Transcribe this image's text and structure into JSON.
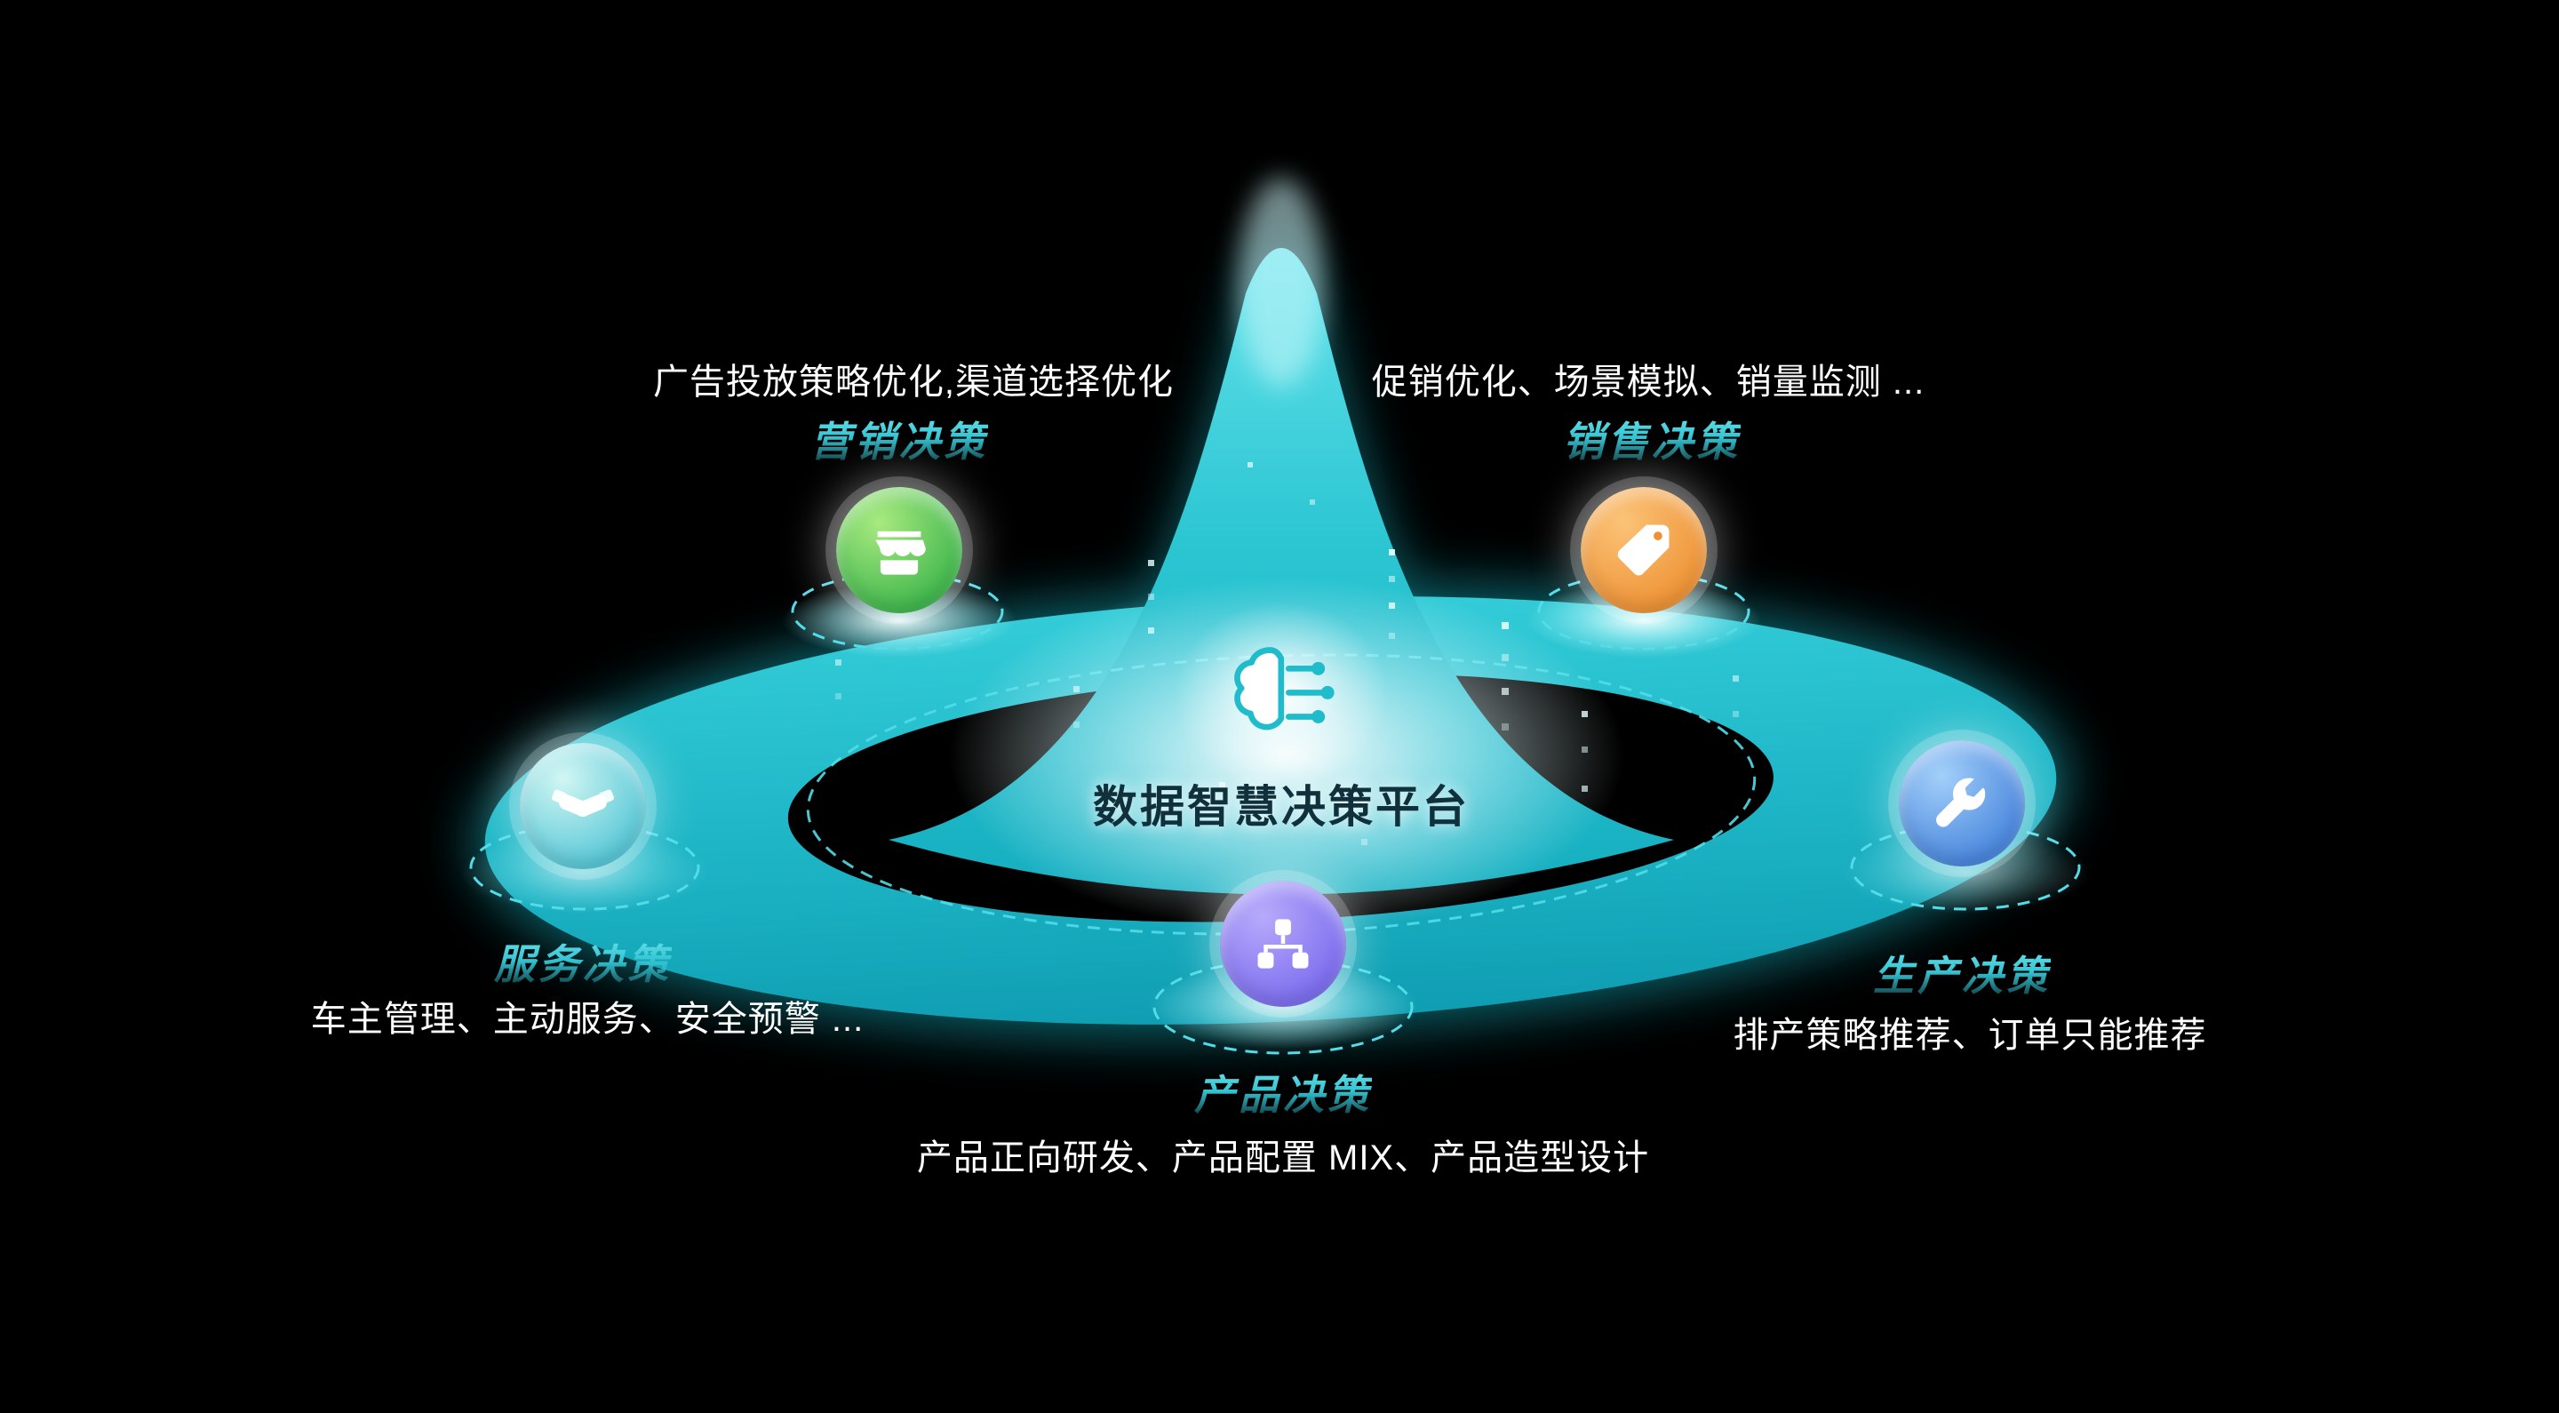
{
  "center": {
    "title": "数据智慧决策平台",
    "icon": "brain-circuit-icon"
  },
  "nodes": [
    {
      "id": "marketing-node",
      "label": "营销决策",
      "description": "广告投放策略优化,渠道选择优化",
      "icon": "storefront-icon",
      "colors": [
        "#a8ea80",
        "#3cb54b"
      ]
    },
    {
      "id": "sales-node",
      "label": "销售决策",
      "description": "促销优化、场景模拟、销量监测 ...",
      "icon": "price-tag-icon",
      "colors": [
        "#fbc377",
        "#ee9133"
      ]
    },
    {
      "id": "service-node",
      "label": "服务决策",
      "description": "车主管理、主动服务、安全预警 ...",
      "icon": "handshake-icon",
      "colors": [
        "#d2f6f3",
        "#53c6d6"
      ]
    },
    {
      "id": "production-node",
      "label": "生产决策",
      "description": "排产策略推荐、订单只能推荐",
      "icon": "wrench-icon",
      "colors": [
        "#a3d0fa",
        "#4583dc"
      ]
    },
    {
      "id": "product-node",
      "label": "产品决策",
      "description": "产品正向研发、产品配置 MIX、产品造型设计",
      "icon": "hierarchy-icon",
      "colors": [
        "#b7aafb",
        "#7a6bee"
      ]
    }
  ],
  "colors": {
    "background": "#000000",
    "platform_teal": "#1cbccb",
    "dashed_line": "#52dce8",
    "text_white": "#ffffff",
    "title_dark": "#10313c"
  }
}
